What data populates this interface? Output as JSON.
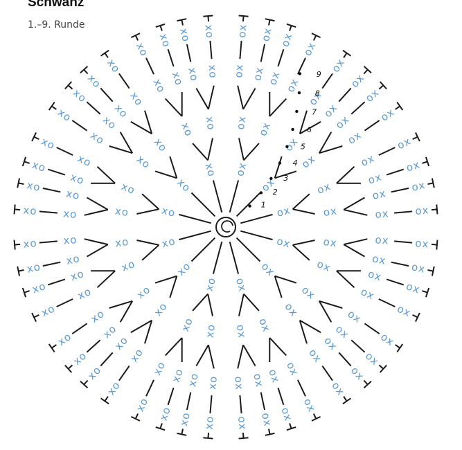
{
  "header": {
    "title": "Schwanz",
    "subtitle": "1.–9. Runde"
  },
  "diagram": {
    "description_type": "crochet-chart",
    "round_numbers": [
      "1",
      "2",
      "3",
      "4",
      "5",
      "6",
      "7",
      "8",
      "9"
    ],
    "symbol_x": "x",
    "symbol_o": "o",
    "colors": {
      "stitch": "#5b9bd5",
      "line": "#1a1a1a",
      "label": "#111111",
      "label_o": "#3a6fb0"
    }
  }
}
